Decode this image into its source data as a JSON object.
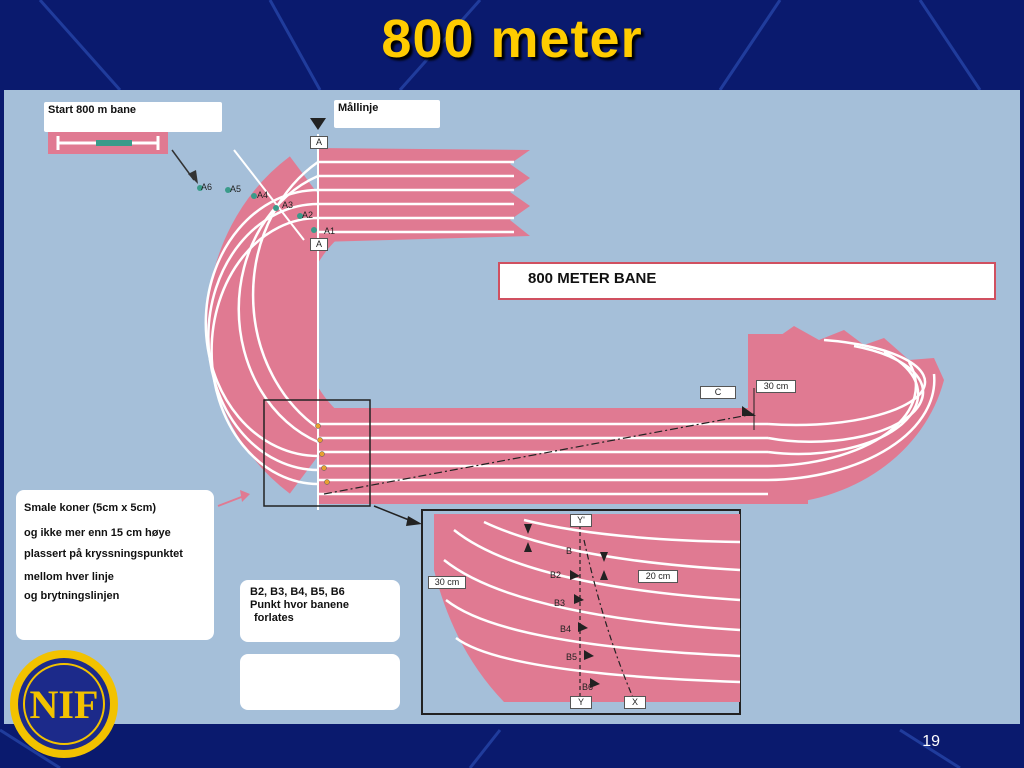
{
  "slide": {
    "title": "800 meter",
    "number": "19"
  },
  "colors": {
    "background": "#0a1a6e",
    "title": "#ffcc00",
    "diagram_bg": "#a5bfd9",
    "track": "#e07a92",
    "lane_line": "#ffffff"
  },
  "diagram": {
    "start_label": "Start 800 m bane",
    "finish_label": "Mållinje",
    "bane_title": "800 METER BANE",
    "lane_markers": [
      "A6",
      "A5",
      "A4",
      "A3",
      "A2",
      "A1"
    ],
    "marker_a": "A",
    "marker_c": "C",
    "width_note": "30 cm",
    "cone_note": {
      "line1": "Smale koner (5cm x 5cm)",
      "line2": "og ikke mer enn 15 cm høye",
      "line3": "plassert på kryssningspunktet",
      "line4": "mellom hver linje",
      "line5": "og brytningslinjen"
    },
    "b_note": {
      "line1": "B2, B3, B4, B5, B6",
      "line2": "Punkt hvor banene",
      "line3": "forlates"
    },
    "detail": {
      "y_prime": "Y'",
      "y": "Y",
      "x": "X",
      "b_labels": [
        "B",
        "B2",
        "B3",
        "B4",
        "B5",
        "B6"
      ],
      "dim_30": "30 cm",
      "dim_20": "20 cm"
    }
  }
}
